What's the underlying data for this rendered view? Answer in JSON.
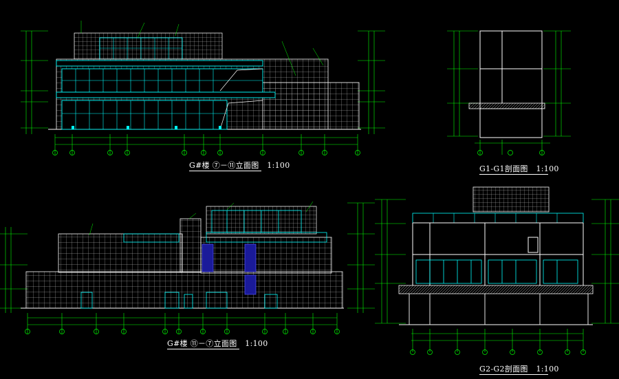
{
  "drawings": {
    "top_left_elevation": {
      "title": "G#楼 ⑦－⑪立面图",
      "scale": "1:100"
    },
    "top_right_section": {
      "title": "G1-G1剖面图",
      "scale": "1:100"
    },
    "bottom_left_elevation": {
      "title": "G#楼 ⑪－⑦立面图",
      "scale": "1:100"
    },
    "bottom_right_section": {
      "title": "G2-G2剖面图",
      "scale": "1:100"
    }
  },
  "colors": {
    "background": "#000000",
    "grid_lines": "#ffffff",
    "glazing": "#00ffff",
    "dimension": "#00ff00",
    "windows_dark": "#3333ff",
    "annotation": "#ffff00"
  }
}
